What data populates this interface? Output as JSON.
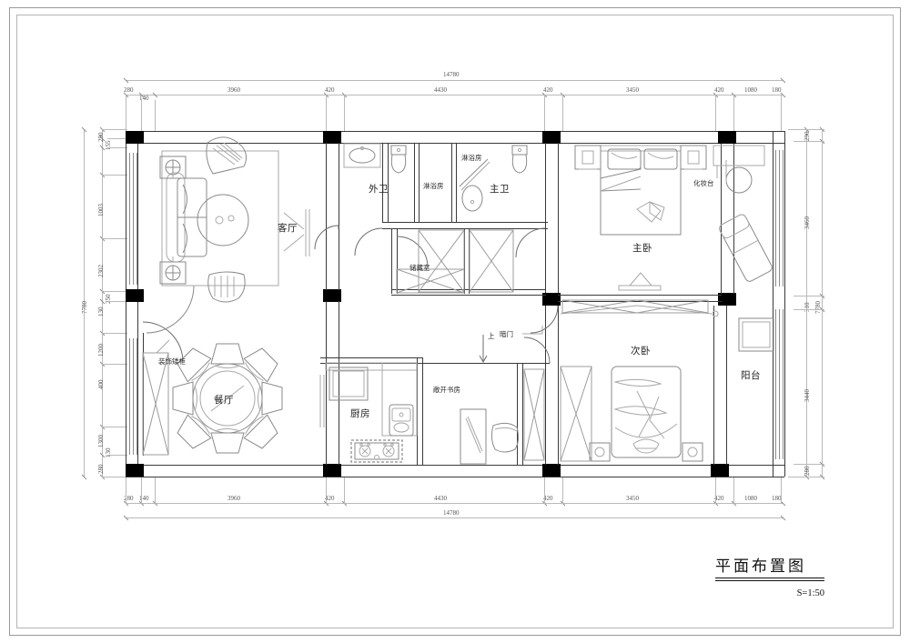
{
  "drawing": {
    "title": "平面布置图",
    "scale_label": "S=1:50"
  },
  "dimensions": {
    "top_total": "14780",
    "bottom_total": "14780",
    "left_total": "7780",
    "right_total": "7780",
    "horizontal_chain": [
      "280",
      "140",
      "3960",
      "420",
      "4430",
      "420",
      "3450",
      "420",
      "1080",
      "180"
    ],
    "left_chain": [
      "290",
      "155",
      "1003",
      "2302",
      "250",
      "130",
      "1200",
      "400",
      "1300",
      "130",
      "280"
    ],
    "right_chain": [
      "290",
      "3460",
      "310",
      "3440",
      "280"
    ]
  },
  "rooms": [
    {
      "key": "living",
      "label": "客厅"
    },
    {
      "key": "dining",
      "label": "餐厅"
    },
    {
      "key": "guest_wc",
      "label": "外卫"
    },
    {
      "key": "shower1",
      "label": "淋浴房"
    },
    {
      "key": "shower2",
      "label": "淋浴房"
    },
    {
      "key": "master_wc",
      "label": "主卫"
    },
    {
      "key": "storage",
      "label": "储藏室"
    },
    {
      "key": "master_bd",
      "label": "主卧"
    },
    {
      "key": "second_bd",
      "label": "次卧"
    },
    {
      "key": "balcony",
      "label": "阳台"
    },
    {
      "key": "kitchen",
      "label": "厨房"
    },
    {
      "key": "study",
      "label": "敞开书房"
    }
  ],
  "annotations": [
    {
      "key": "vanity",
      "label": "化妆台"
    },
    {
      "key": "low_cabinet",
      "label": "装饰矮柜"
    },
    {
      "key": "hidden_door",
      "label": "暗门"
    },
    {
      "key": "up_arrow",
      "label": "上"
    }
  ],
  "colors": {
    "paper": "#ffffff",
    "line": "#3a3a3a",
    "thin_line": "#8c8c8c",
    "column_fill": "#000000",
    "dimension_text": "#555555"
  }
}
